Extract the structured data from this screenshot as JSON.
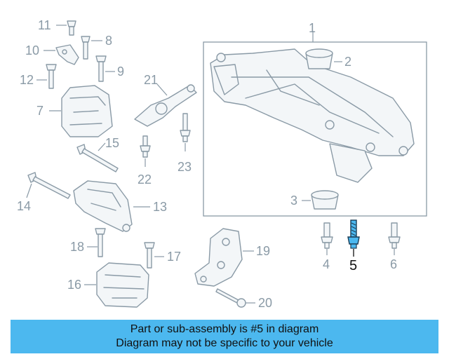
{
  "callouts": {
    "c1": "1",
    "c2": "2",
    "c3": "3",
    "c4": "4",
    "c5": "5",
    "c6": "6",
    "c7": "7",
    "c8": "8",
    "c9": "9",
    "c10": "10",
    "c11": "11",
    "c12": "12",
    "c13": "13",
    "c14": "14",
    "c15": "15",
    "c16": "16",
    "c17": "17",
    "c18": "18",
    "c19": "19",
    "c20": "20",
    "c21": "21",
    "c22": "22",
    "c23": "23"
  },
  "highlighted_part": "5",
  "colors": {
    "banner": "#4cb8ef",
    "highlight": "#4cb8ef",
    "line": "#8a9aa6"
  },
  "banner": {
    "line1": "Part or sub-assembly is #5 in diagram",
    "line2": "Diagram may not be specific to your vehicle"
  }
}
